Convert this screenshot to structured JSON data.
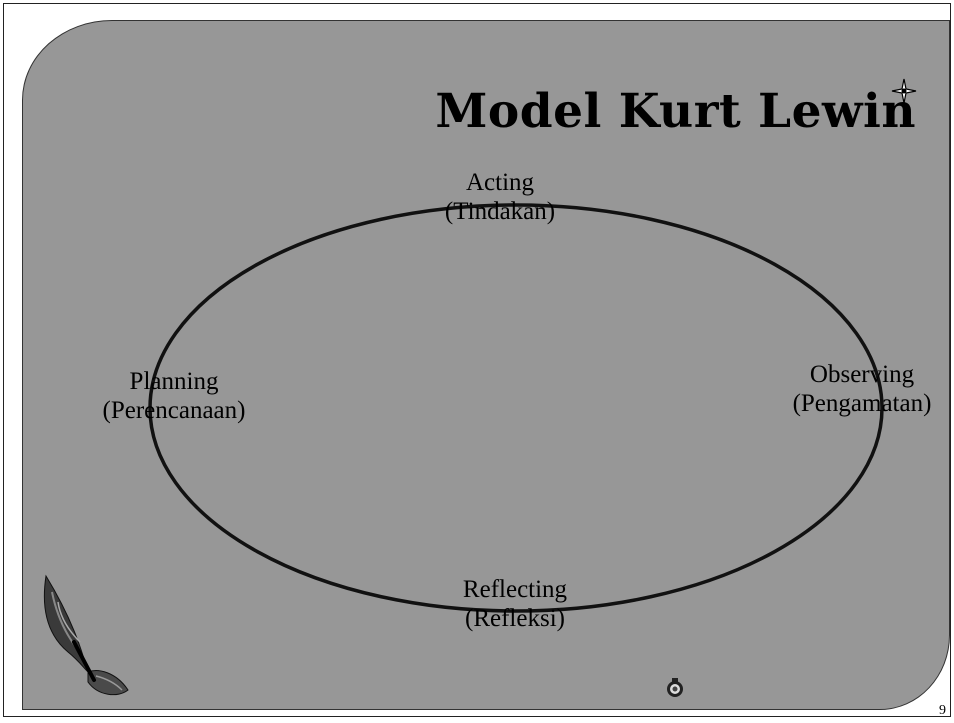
{
  "slide": {
    "title": "Model Kurt Lewin",
    "page_number": "9"
  },
  "cycle": {
    "acting": {
      "line1": "Acting",
      "line2": "(Tindakan)"
    },
    "observing": {
      "line1": "Observing",
      "line2": "(Pengamatan)"
    },
    "reflecting": {
      "line1": "Reflecting",
      "line2": "(Refleksi)"
    },
    "planning": {
      "line1": "Planning",
      "line2": "(Perencanaan)"
    }
  },
  "colors": {
    "panel": "#979797",
    "ellipse_stroke": "#111111",
    "text": "#000000"
  },
  "decorations": [
    "sparkle-icon",
    "orb-icon",
    "butterfly-icon"
  ]
}
